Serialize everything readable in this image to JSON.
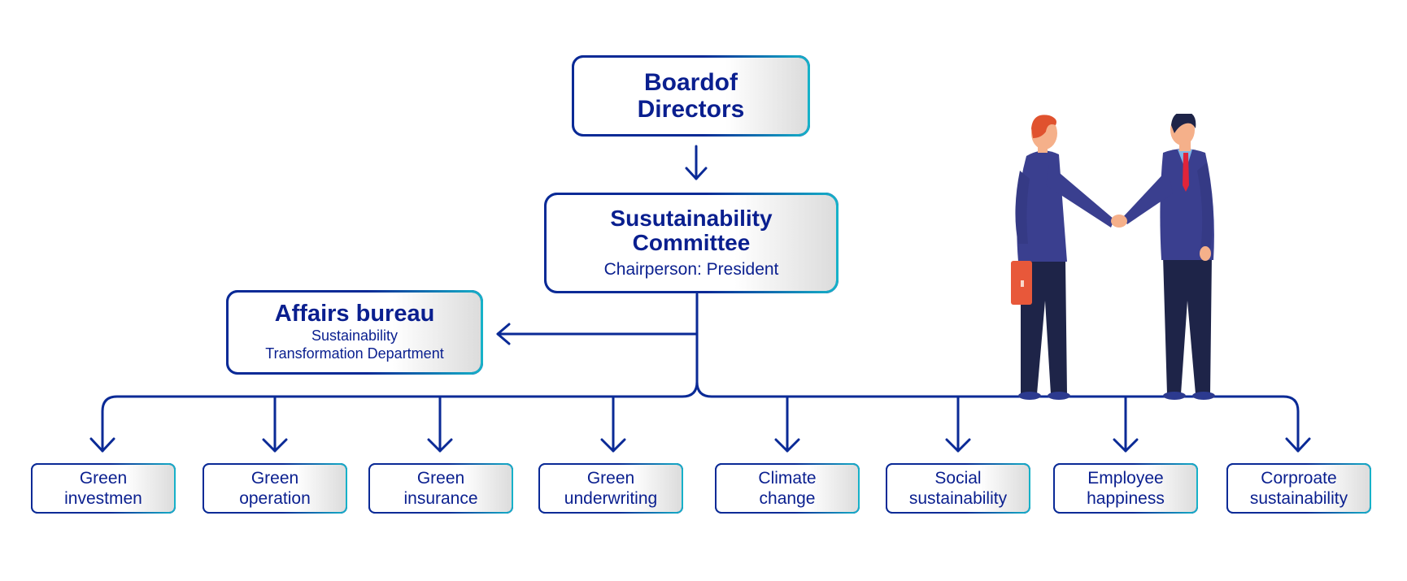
{
  "diagram": {
    "board": {
      "line1": "Boardof",
      "line2": "Directors"
    },
    "committee": {
      "line1": "Susutainability",
      "line2": "Committee",
      "sub": "Chairperson: President"
    },
    "affairs": {
      "title": "Affairs bureau",
      "sub1": "Sustainability",
      "sub2": "Transformation Department"
    },
    "leaves": [
      {
        "line1": "Green",
        "line2": "investmen"
      },
      {
        "line1": "Green",
        "line2": "operation"
      },
      {
        "line1": "Green",
        "line2": "insurance"
      },
      {
        "line1": "Green",
        "line2": "underwriting"
      },
      {
        "line1": "Climate",
        "line2": "change"
      },
      {
        "line1": "Social",
        "line2": "sustainability"
      },
      {
        "line1": "Employee",
        "line2": "happiness"
      },
      {
        "line1": "Corproate",
        "line2": "sustainability"
      }
    ]
  },
  "colors": {
    "primary": "#0a2a96",
    "accent": "#16b3c9",
    "text": "#0a1f8f",
    "suit": "#3a3f8f",
    "pants": "#1e2448",
    "skin": "#f5b08a",
    "hair_red": "#e0522e",
    "hair_dark": "#1e2448",
    "tie": "#e0243a",
    "briefcase": "#e8583a"
  },
  "illustration": {
    "name": "businessmen-handshake-illustration"
  }
}
